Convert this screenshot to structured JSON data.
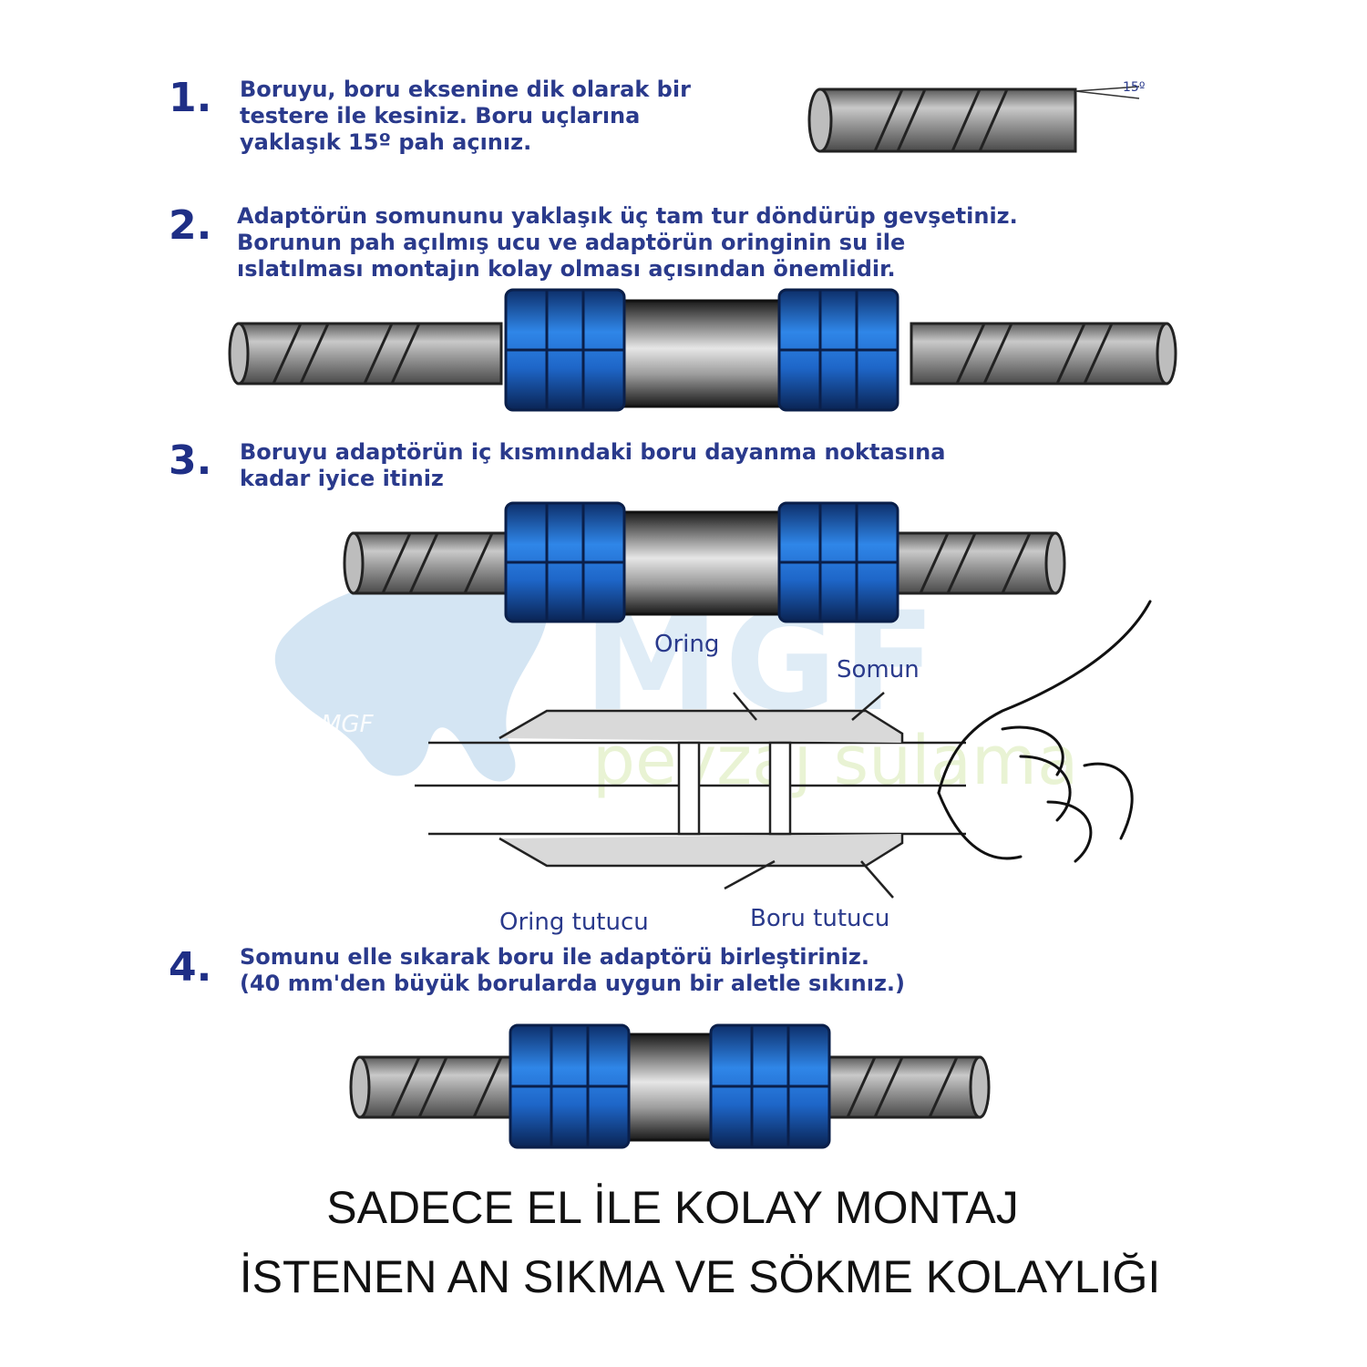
{
  "steps": [
    {
      "num": "1.",
      "lines": [
        "Boruyu, boru eksenine dik olarak bir",
        "testere ile kesiniz. Boru uçlarına",
        "yaklaşık 15º pah açınız."
      ]
    },
    {
      "num": "2.",
      "lines": [
        "Adaptörün somununu yaklaşık üç tam tur döndürüp gevşetiniz.",
        "Borunun pah açılmış ucu ve adaptörün oringinin su ile",
        "ıslatılması montajın kolay olması açısından önemlidir."
      ]
    },
    {
      "num": "3.",
      "lines": [
        "Boruyu adaptörün iç kısmındaki boru dayanma noktasına",
        "kadar iyice itiniz"
      ]
    },
    {
      "num": "4.",
      "lines": [
        "Somunu elle sıkarak boru ile adaptörü birleştiriniz.",
        "(40 mm'den büyük borularda uygun bir aletle sıkınız.)"
      ]
    }
  ],
  "angle_label": "15º",
  "labels": {
    "oring": "Oring",
    "somun": "Somun",
    "oring_tutucu": "Oring tutucu",
    "boru_tutucu": "Boru tutucu"
  },
  "watermark": {
    "brand": "MGF",
    "sub": "peyzaj sulama",
    "logo_text": "MGF"
  },
  "footer": [
    "SADECE EL İLE KOLAY MONTAJ",
    "İSTENEN AN SIKMA VE SÖKME KOLAYLIĞI"
  ],
  "colors": {
    "blue_nut": "#1f6fd1",
    "dark_blue": "#0d2f6b",
    "pipe": "#8c8c8c",
    "text_blue": "#2a3a8c"
  }
}
